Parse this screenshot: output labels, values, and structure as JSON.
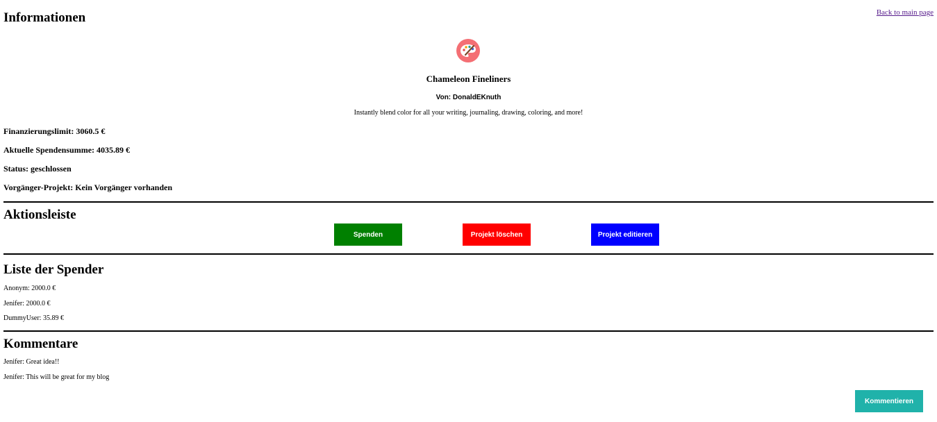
{
  "header": {
    "title": "Informationen",
    "back_link": "Back to main page"
  },
  "project": {
    "icon": "palette-icon",
    "name": "Chameleon Fineliners",
    "author": "Von: DonaldEKnuth",
    "description": "Instantly blend color for all your writing, journaling, drawing, coloring, and more!",
    "facts": [
      "Finanzierungslimit: 3060.5 €",
      "Aktuelle Spendensumme: 4035.89 €",
      "Status: geschlossen",
      "Vorgänger-Projekt: Kein Vorgänger vorhanden"
    ]
  },
  "actions": {
    "title": "Aktionsleiste",
    "donate_label": "Spenden",
    "delete_label": "Projekt löschen",
    "edit_label": "Projekt editieren"
  },
  "donors": {
    "title": "Liste der Spender",
    "items": [
      "Anonym: 2000.0 €",
      "Jenifer: 2000.0 €",
      "DummyUser: 35.89 €"
    ]
  },
  "comments": {
    "title": "Kommentare",
    "items": [
      "Jenifer: Great idea!!",
      "Jenifer: This will be great for my blog"
    ],
    "comment_button_label": "Kommentieren"
  },
  "colors": {
    "donate": "#008000",
    "delete": "#ff0000",
    "edit": "#0000ff",
    "comment": "#20b2aa",
    "logo": "#f46f74"
  }
}
